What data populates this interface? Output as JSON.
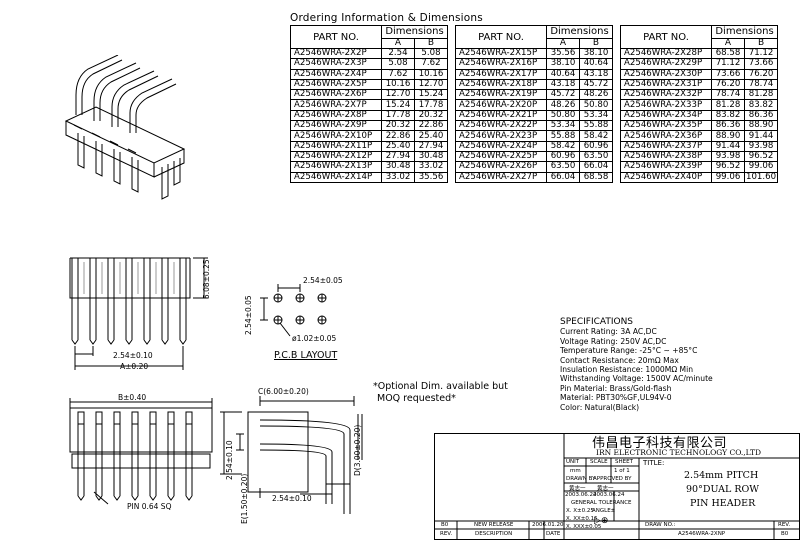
{
  "title": "Ordering Information & Dimensions",
  "table_headers": {
    "part_no": "PART NO.",
    "dimensions": "Dimensions",
    "a": "A",
    "b": "B"
  },
  "parts_col1": [
    {
      "part": "A2546WRA-2X2P",
      "a": "2.54",
      "b": "5.08"
    },
    {
      "part": "A2546WRA-2X3P",
      "a": "5.08",
      "b": "7.62"
    },
    {
      "part": "A2546WRA-2X4P",
      "a": "7.62",
      "b": "10.16"
    },
    {
      "part": "A2546WRA-2X5P",
      "a": "10.16",
      "b": "12.70"
    },
    {
      "part": "A2546WRA-2X6P",
      "a": "12.70",
      "b": "15.24"
    },
    {
      "part": "A2546WRA-2X7P",
      "a": "15.24",
      "b": "17.78"
    },
    {
      "part": "A2546WRA-2X8P",
      "a": "17.78",
      "b": "20.32"
    },
    {
      "part": "A2546WRA-2X9P",
      "a": "20.32",
      "b": "22.86"
    },
    {
      "part": "A2546WRA-2X10P",
      "a": "22.86",
      "b": "25.40"
    },
    {
      "part": "A2546WRA-2X11P",
      "a": "25.40",
      "b": "27.94"
    },
    {
      "part": "A2546WRA-2X12P",
      "a": "27.94",
      "b": "30.48"
    },
    {
      "part": "A2546WRA-2X13P",
      "a": "30.48",
      "b": "33.02"
    },
    {
      "part": "A2546WRA-2X14P",
      "a": "33.02",
      "b": "35.56"
    }
  ],
  "parts_col2": [
    {
      "part": "A2546WRA-2X15P",
      "a": "35.56",
      "b": "38.10"
    },
    {
      "part": "A2546WRA-2X16P",
      "a": "38.10",
      "b": "40.64"
    },
    {
      "part": "A2546WRA-2X17P",
      "a": "40.64",
      "b": "43.18"
    },
    {
      "part": "A2546WRA-2X18P",
      "a": "43.18",
      "b": "45.72"
    },
    {
      "part": "A2546WRA-2X19P",
      "a": "45.72",
      "b": "48.26"
    },
    {
      "part": "A2546WRA-2X20P",
      "a": "48.26",
      "b": "50.80"
    },
    {
      "part": "A2546WRA-2X21P",
      "a": "50.80",
      "b": "53.34"
    },
    {
      "part": "A2546WRA-2X22P",
      "a": "53.34",
      "b": "55.88"
    },
    {
      "part": "A2546WRA-2X23P",
      "a": "55.88",
      "b": "58.42"
    },
    {
      "part": "A2546WRA-2X24P",
      "a": "58.42",
      "b": "60.96"
    },
    {
      "part": "A2546WRA-2X25P",
      "a": "60.96",
      "b": "63.50"
    },
    {
      "part": "A2546WRA-2X26P",
      "a": "63.50",
      "b": "66.04"
    },
    {
      "part": "A2546WRA-2X27P",
      "a": "66.04",
      "b": "68.58"
    }
  ],
  "parts_col3": [
    {
      "part": "A2546WRA-2X28P",
      "a": "68.58",
      "b": "71.12"
    },
    {
      "part": "A2546WRA-2X29P",
      "a": "71.12",
      "b": "73.66"
    },
    {
      "part": "A2546WRA-2X30P",
      "a": "73.66",
      "b": "76.20"
    },
    {
      "part": "A2546WRA-2X31P",
      "a": "76.20",
      "b": "78.74"
    },
    {
      "part": "A2546WRA-2X32P",
      "a": "78.74",
      "b": "81.28"
    },
    {
      "part": "A2546WRA-2X33P",
      "a": "81.28",
      "b": "83.82"
    },
    {
      "part": "A2546WRA-2X34P",
      "a": "83.82",
      "b": "86.36"
    },
    {
      "part": "A2546WRA-2X35P",
      "a": "86.36",
      "b": "88.90"
    },
    {
      "part": "A2546WRA-2X36P",
      "a": "88.90",
      "b": "91.44"
    },
    {
      "part": "A2546WRA-2X37P",
      "a": "91.44",
      "b": "93.98"
    },
    {
      "part": "A2546WRA-2X38P",
      "a": "93.98",
      "b": "96.52"
    },
    {
      "part": "A2546WRA-2X39P",
      "a": "96.52",
      "b": "99.06"
    },
    {
      "part": "A2546WRA-2X40P",
      "a": "99.06",
      "b": "101.60"
    }
  ],
  "specifications": {
    "title": "SPECIFICATIONS",
    "lines": [
      "Current Rating: 3A AC,DC",
      "Voltage Rating: 250V AC,DC",
      "Temperature Range: -25°C ~ +85°C",
      "Contact Resistance: 20mΩ Max",
      "Insulation Resistance: 1000MΩ Min",
      "Withstanding Voltage: 1500V AC/minute",
      "Pin Material: Brass/Gold-flash",
      "Material: PBT30%GF,UL94V-0",
      "Color: Natural(Black)"
    ]
  },
  "note": {
    "line1": "*Optional Dim. available but",
    "line2": "MOQ requested*"
  },
  "dims": {
    "pitch_front": "2.54±0.10",
    "a_tol": "A±0.20",
    "h_5_08": "5.08±0.25",
    "pcb_pitch_x": "2.54±0.05",
    "pcb_pitch_y": "2.54±0.05",
    "hole": "ø1.02±0.05",
    "pcb_layout": "P.C.B LAYOUT",
    "b_tol": "B±0.40",
    "pin_sq": "PIN 0.64 SQ",
    "c_dim": "C(6.00±0.20)",
    "d_dim": "D(3.00±0.20)",
    "e_dim": "E(1.50±0.20)",
    "pitch_side_v": "2.54±0.10",
    "pitch_side_h": "2.54±0.10"
  },
  "title_block": {
    "company_cn": "伟昌电子科技有限公司",
    "company_en": "IRN ELECTRONIC TECHNOLOGY CO.,LTD",
    "unit": "UNIT",
    "scale": "SCALE",
    "sheet": "SHEET",
    "title_label": "TITLE:",
    "unit_val": "mm",
    "scale_val": "",
    "sheet_val": "1 of 1",
    "drawn_by": "DRAWN BY",
    "approved_by": "APPROVED BY",
    "drawn_name": "黄志一",
    "approved_name": "黄志一",
    "drawn_date": "2003.06.24",
    "approved_date": "2003.06.24",
    "general_tol": "GENERAL TOLERANCE",
    "tol1": "X. X±0.25",
    "tol2": "X. XX±0.15",
    "tol3": "X. XXX±0.05",
    "angle": "ANGLE±",
    "title_line1": "2.54mm PITCH",
    "title_line2": "90°DUAL ROW",
    "title_line3": "PIN HEADER",
    "rev_b0": "B0",
    "new_release": "NEW RELEASE",
    "rev_date": "2006.01.20",
    "rev": "REV.",
    "description": "DESCRIPTION",
    "date": "DATE",
    "draw_no_label": "DRAW NO.:",
    "draw_no": "A2546WRA-2XNP",
    "rev_label": "REV.",
    "rev_val": "B0"
  }
}
